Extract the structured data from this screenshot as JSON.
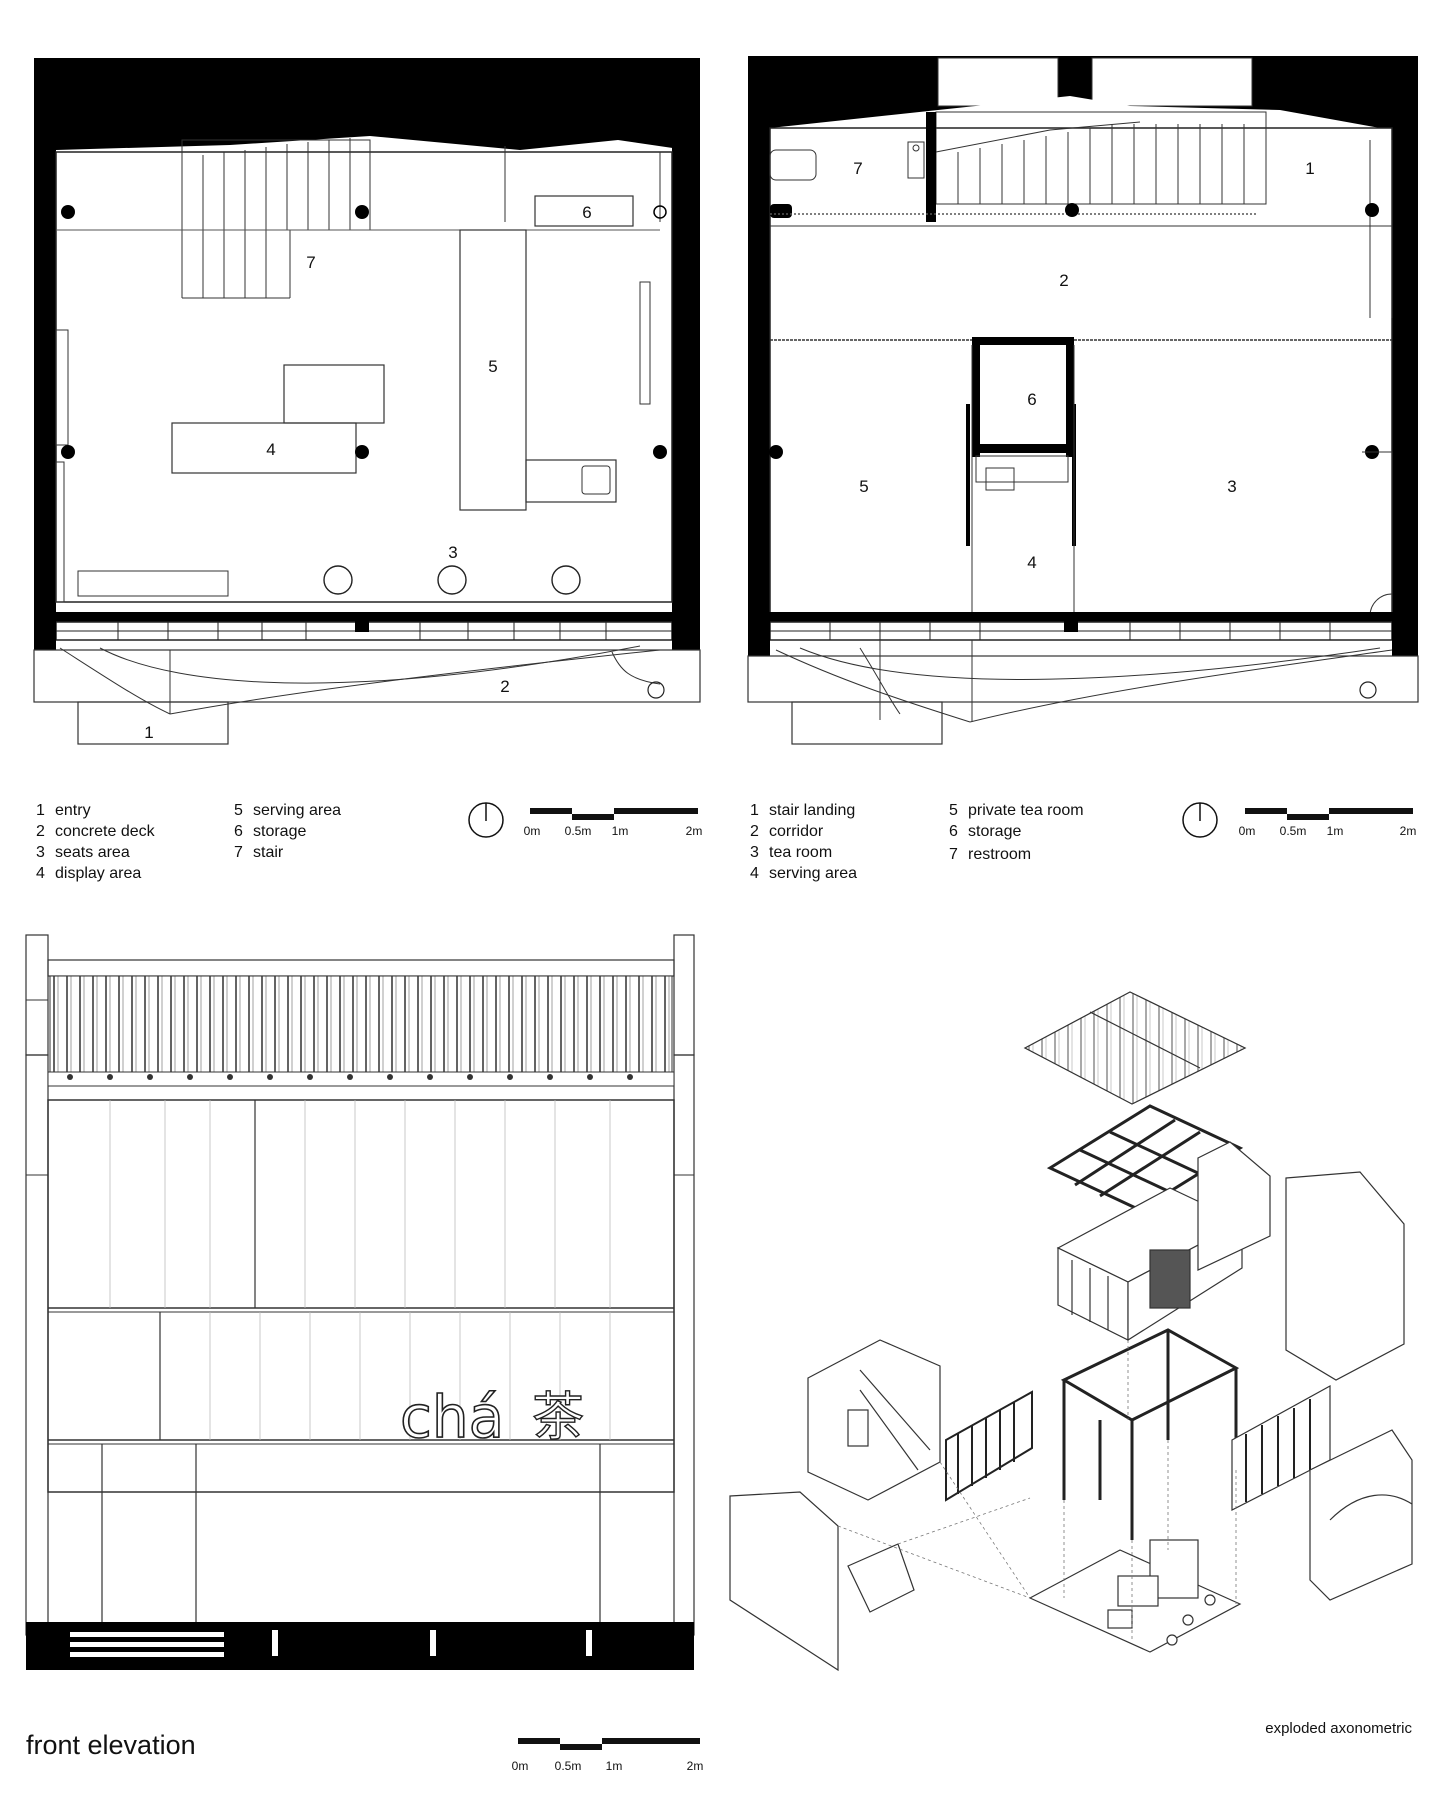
{
  "ground_plan": {
    "room_numbers": [
      "1",
      "2",
      "3",
      "4",
      "5",
      "6",
      "7"
    ],
    "legend": [
      {
        "num": "1",
        "label": "entry"
      },
      {
        "num": "2",
        "label": "concrete deck"
      },
      {
        "num": "3",
        "label": "seats area"
      },
      {
        "num": "4",
        "label": "display area"
      },
      {
        "num": "5",
        "label": "serving area"
      },
      {
        "num": "6",
        "label": "storage"
      },
      {
        "num": "7",
        "label": "stair"
      }
    ]
  },
  "upper_plan": {
    "room_numbers": [
      "1",
      "2",
      "3",
      "4",
      "5",
      "6",
      "7"
    ],
    "legend": [
      {
        "num": "1",
        "label": "stair landing"
      },
      {
        "num": "2",
        "label": "corridor"
      },
      {
        "num": "3",
        "label": "tea room"
      },
      {
        "num": "4",
        "label": "serving area"
      },
      {
        "num": "5",
        "label": "private tea room"
      },
      {
        "num": "6",
        "label": "storage"
      },
      {
        "num": "7",
        "label": "restroom"
      }
    ]
  },
  "scale_bar": {
    "ticks": [
      "0m",
      "0.5m",
      "1m",
      "2m"
    ]
  },
  "elevation": {
    "title": "front elevation",
    "sign_text": "chá",
    "sign_glyph": "茶"
  },
  "axonometric": {
    "title": "exploded axonometric"
  },
  "colors": {
    "ink": "#111111",
    "paper": "#ffffff",
    "wall": "#000000",
    "line": "#555555"
  }
}
